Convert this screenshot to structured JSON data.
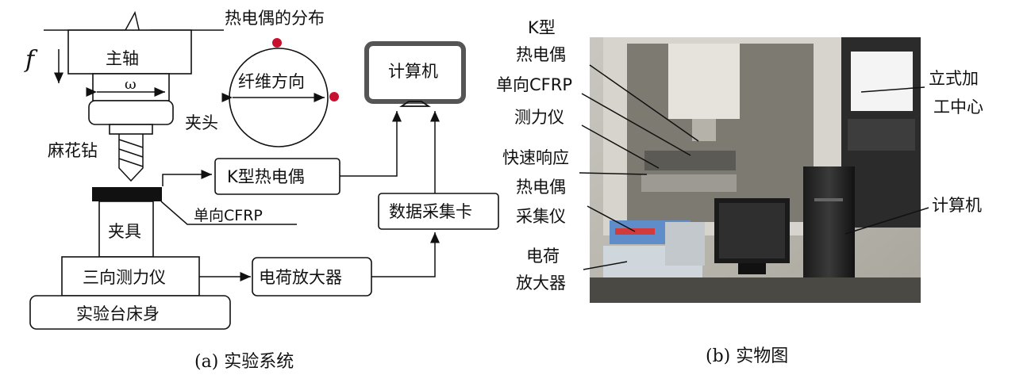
{
  "diagram_a": {
    "spindle_label": "主轴",
    "omega": "ω",
    "feed": "f",
    "thermocouple_dist": "热电偶的分布",
    "fiber_direction": "纤维方向",
    "clamp": "夹头",
    "drill": "麻花钻",
    "fixture": "夹具",
    "cfrp": "单向CFRP",
    "dynamometer": "三向测力仪",
    "bed": "实验台床身",
    "thermocouple_box": "K型热电偶",
    "daq": "数据采集卡",
    "computer": "计算机",
    "charge_amp": "电荷放大器",
    "caption": "(a)  实验系统"
  },
  "photo_b": {
    "label_k_thermo": [
      "K型",
      "热电偶"
    ],
    "label_cfrp": "单向CFRP",
    "label_dyn": "测力仪",
    "label_fast": [
      "快速响应",
      "热电偶",
      "采集仪"
    ],
    "label_charge": [
      "电荷",
      "放大器"
    ],
    "label_machining": [
      "立式加",
      "工中心"
    ],
    "label_computer": "计算机",
    "caption": "(b)   实物图"
  },
  "colors": {
    "marker": "#c8102e",
    "line": "#111111"
  }
}
